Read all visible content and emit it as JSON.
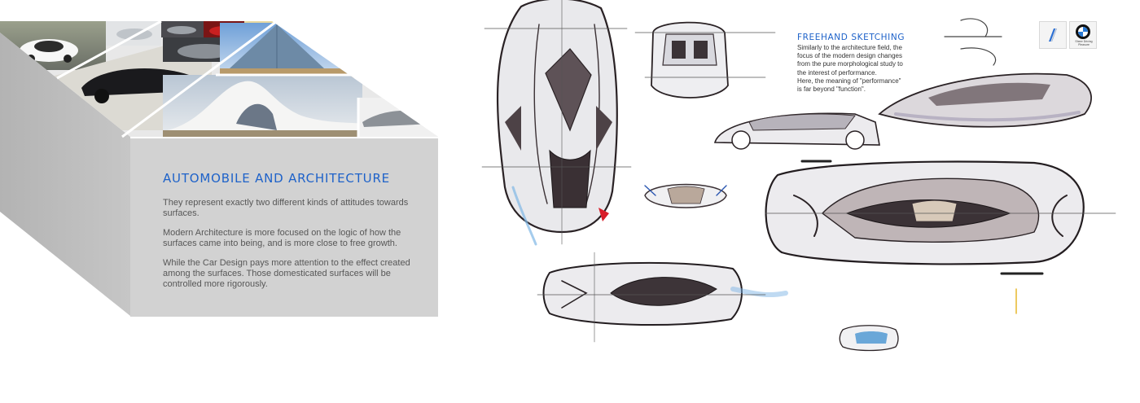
{
  "left": {
    "title": "AUTOMOBILE AND ARCHITECTURE",
    "paragraphs": [
      "They represent exactly two different kinds of attitudes towards surfaces.",
      "Modern Architecture is more focused on the logic of how the surfaces came into being, and is more close to free growth.",
      "While the Car Design pays more attention to the effect created among the surfaces.  Those domesticated surfaces will be controlled more rigorously."
    ],
    "colors": {
      "accent": "#1e62c9",
      "panel": "#d2d2d2",
      "side_face": "#bdbdbd"
    }
  },
  "right": {
    "title": "FREEHAND SKETCHING",
    "lines": [
      "Similarly to the architecture field, the",
      "focus of the modern design changes",
      "from the pure morphological study to",
      "the interest of performance.",
      "Here, the meaning of \"performance\"",
      "is far beyond \"function\"."
    ]
  },
  "logos": {
    "i_logo_icon": "bmw-i-logo-icon",
    "bmw_logo_icon": "bmw-roundel-icon",
    "tagline": "Sheer Driving Pleasure"
  }
}
